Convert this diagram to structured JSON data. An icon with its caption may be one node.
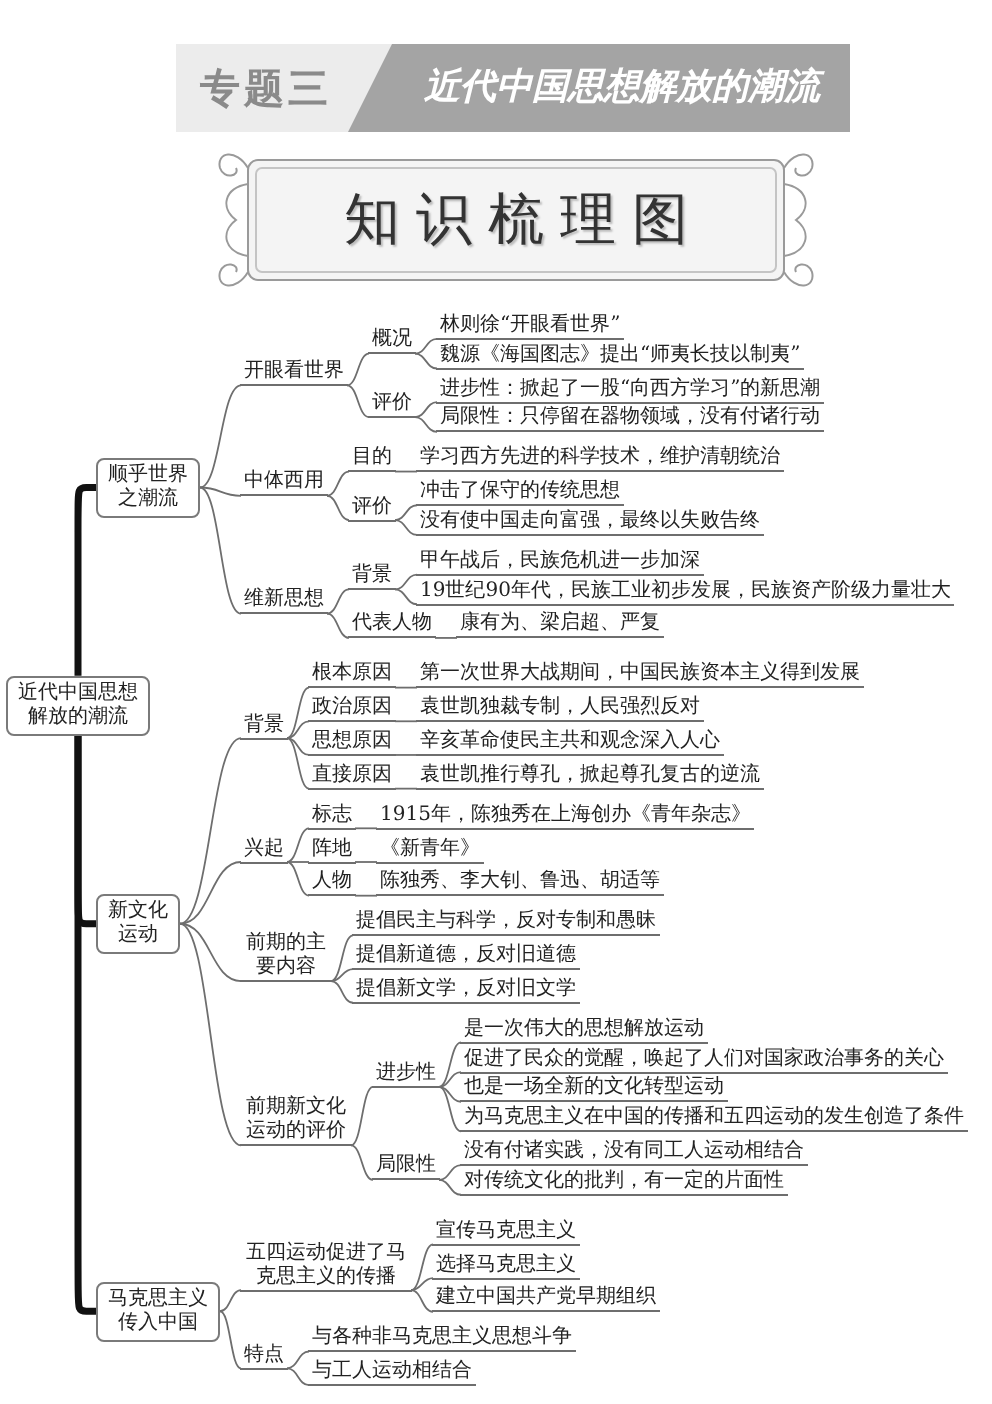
{
  "diagram": {
    "title": "知识梳理图",
    "labels": [
      "专题三",
      "近代中国思想解放的潮流"
    ],
    "nodes": [
      {
        "text": [
          "近代中国思想解放的潮流"
        ]
      },
      {
        "text": [
          "顺乎世界之潮流"
        ]
      },
      {
        "text": [
          "开眼看世界"
        ]
      },
      {
        "text": [
          "概况"
        ]
      },
      {
        "text": [
          "林则徐“开眼看世界”"
        ]
      },
      {
        "text": [
          "魏源《海国图志》提出“师夷长技以制夷”"
        ]
      },
      {
        "text": [
          "评价"
        ]
      },
      {
        "text": [
          "进步性：掀起了一股“向西方学习”的新思潮"
        ]
      },
      {
        "text": [
          "局限性：只停留在器物领域，没有付诸行动"
        ]
      },
      {
        "text": [
          "中体西用"
        ]
      },
      {
        "text": [
          "目的"
        ]
      },
      {
        "text": [
          "学习西方先进的科学技术，维护清朝统治"
        ]
      },
      {
        "text": [
          "评价"
        ]
      },
      {
        "text": [
          "冲击了保守的传统思想"
        ]
      },
      {
        "text": [
          "没有使中国走向富强，最终以失败告终"
        ]
      },
      {
        "text": [
          "维新思想"
        ]
      },
      {
        "text": [
          "背景"
        ]
      },
      {
        "text": [
          "甲午战后，民族危机进一步加深"
        ]
      },
      {
        "text": [
          "19世纪90年代，民族工业初步发展，民族资产阶级力量壮大"
        ]
      },
      {
        "text": [
          "代表人物"
        ]
      },
      {
        "text": [
          "康有为、梁启超、严复"
        ]
      },
      {
        "text": [
          "新文化运动"
        ]
      },
      {
        "text": [
          "背景"
        ]
      },
      {
        "text": [
          "根本原因"
        ]
      },
      {
        "text": [
          "第一次世界大战期间，中国民族资本主义得到发展"
        ]
      },
      {
        "text": [
          "政治原因"
        ]
      },
      {
        "text": [
          "袁世凯独裁专制，人民强烈反对"
        ]
      },
      {
        "text": [
          "思想原因"
        ]
      },
      {
        "text": [
          "辛亥革命使民主共和观念深入人心"
        ]
      },
      {
        "text": [
          "直接原因"
        ]
      },
      {
        "text": [
          "袁世凯推行尊孔，掀起尊孔复古的逆流"
        ]
      },
      {
        "text": [
          "兴起"
        ]
      },
      {
        "text": [
          "标志"
        ]
      },
      {
        "text": [
          "1915年，陈独秀在上海创办《青年杂志》"
        ]
      },
      {
        "text": [
          "阵地"
        ]
      },
      {
        "text": [
          "《新青年》"
        ]
      },
      {
        "text": [
          "人物"
        ]
      },
      {
        "text": [
          "陈独秀、李大钊、鲁迅、胡适等"
        ]
      },
      {
        "text": [
          "前期的主要内容"
        ]
      },
      {
        "text": [
          "提倡民主与科学，反对专制和愚昧"
        ]
      },
      {
        "text": [
          "提倡新道德，反对旧道德"
        ]
      },
      {
        "text": [
          "提倡新文学，反对旧文学"
        ]
      },
      {
        "text": [
          "前期新文化运动的评价"
        ]
      },
      {
        "text": [
          "进步性"
        ]
      },
      {
        "text": [
          "是一次伟大的思想解放运动"
        ]
      },
      {
        "text": [
          "促进了民众的觉醒，唤起了人们对国家政治事务的关心"
        ]
      },
      {
        "text": [
          "也是一场全新的文化转型运动"
        ]
      },
      {
        "text": [
          "为马克思主义在中国的传播和五四运动的发生创造了条件"
        ]
      },
      {
        "text": [
          "局限性"
        ]
      },
      {
        "text": [
          "没有付诸实践，没有同工人运动相结合"
        ]
      },
      {
        "text": [
          "对传统文化的批判，有一定的片面性"
        ]
      },
      {
        "text": [
          "马克思主义传入中国"
        ]
      },
      {
        "text": [
          "五四运动促进了马克思主义的传播"
        ]
      },
      {
        "text": [
          "宣传马克思主义"
        ]
      },
      {
        "text": [
          "选择马克思主义"
        ]
      },
      {
        "text": [
          "建立中国共产党早期组织"
        ]
      },
      {
        "text": [
          "特点"
        ]
      },
      {
        "text": [
          "与各种非马克思主义思想斗争"
        ]
      },
      {
        "text": [
          "与工人运动相结合"
        ]
      }
    ],
    "edges": [
      {
        "from": 0,
        "to": 1,
        "arrow": "none",
        "style": "thick",
        "color": "#111111"
      },
      {
        "from": 1,
        "to": 2,
        "arrow": "none"
      },
      {
        "from": 2,
        "to": 3,
        "arrow": "none"
      },
      {
        "from": 3,
        "to": 4,
        "arrow": "none"
      },
      {
        "from": 3,
        "to": 5,
        "arrow": "none"
      },
      {
        "from": 2,
        "to": 6,
        "arrow": "none"
      },
      {
        "from": 6,
        "to": 7,
        "arrow": "none"
      },
      {
        "from": 6,
        "to": 8,
        "arrow": "none"
      },
      {
        "from": 1,
        "to": 9,
        "arrow": "none"
      },
      {
        "from": 9,
        "to": 10,
        "arrow": "none"
      },
      {
        "from": 10,
        "to": 11,
        "arrow": "none"
      },
      {
        "from": 9,
        "to": 12,
        "arrow": "none"
      },
      {
        "from": 12,
        "to": 13,
        "arrow": "none"
      },
      {
        "from": 12,
        "to": 14,
        "arrow": "none"
      },
      {
        "from": 1,
        "to": 15,
        "arrow": "none"
      },
      {
        "from": 15,
        "to": 16,
        "arrow": "none"
      },
      {
        "from": 16,
        "to": 17,
        "arrow": "none"
      },
      {
        "from": 16,
        "to": 18,
        "arrow": "none"
      },
      {
        "from": 15,
        "to": 19,
        "arrow": "none"
      },
      {
        "from": 19,
        "to": 20,
        "arrow": "none"
      },
      {
        "from": 0,
        "to": 21,
        "arrow": "none",
        "style": "thick",
        "color": "#111111"
      },
      {
        "from": 21,
        "to": 22,
        "arrow": "none"
      },
      {
        "from": 22,
        "to": 23,
        "arrow": "none"
      },
      {
        "from": 23,
        "to": 24,
        "arrow": "none"
      },
      {
        "from": 22,
        "to": 25,
        "arrow": "none"
      },
      {
        "from": 25,
        "to": 26,
        "arrow": "none"
      },
      {
        "from": 22,
        "to": 27,
        "arrow": "none"
      },
      {
        "from": 27,
        "to": 28,
        "arrow": "none"
      },
      {
        "from": 22,
        "to": 29,
        "arrow": "none"
      },
      {
        "from": 29,
        "to": 30,
        "arrow": "none"
      },
      {
        "from": 21,
        "to": 31,
        "arrow": "none"
      },
      {
        "from": 31,
        "to": 32,
        "arrow": "none"
      },
      {
        "from": 32,
        "to": 33,
        "arrow": "none"
      },
      {
        "from": 31,
        "to": 34,
        "arrow": "none"
      },
      {
        "from": 34,
        "to": 35,
        "arrow": "none"
      },
      {
        "from": 31,
        "to": 36,
        "arrow": "none"
      },
      {
        "from": 36,
        "to": 37,
        "arrow": "none"
      },
      {
        "from": 21,
        "to": 38,
        "arrow": "none"
      },
      {
        "from": 38,
        "to": 39,
        "arrow": "none"
      },
      {
        "from": 38,
        "to": 40,
        "arrow": "none"
      },
      {
        "from": 38,
        "to": 41,
        "arrow": "none"
      },
      {
        "from": 21,
        "to": 42,
        "arrow": "none"
      },
      {
        "from": 42,
        "to": 43,
        "arrow": "none"
      },
      {
        "from": 43,
        "to": 44,
        "arrow": "none"
      },
      {
        "from": 43,
        "to": 45,
        "arrow": "none"
      },
      {
        "from": 43,
        "to": 46,
        "arrow": "none"
      },
      {
        "from": 43,
        "to": 47,
        "arrow": "none"
      },
      {
        "from": 42,
        "to": 48,
        "arrow": "none"
      },
      {
        "from": 48,
        "to": 49,
        "arrow": "none"
      },
      {
        "from": 48,
        "to": 50,
        "arrow": "none"
      },
      {
        "from": 0,
        "to": 51,
        "arrow": "none",
        "style": "thick",
        "color": "#111111"
      },
      {
        "from": 51,
        "to": 52,
        "arrow": "none"
      },
      {
        "from": 52,
        "to": 53,
        "arrow": "none"
      },
      {
        "from": 52,
        "to": 54,
        "arrow": "none"
      },
      {
        "from": 52,
        "to": 55,
        "arrow": "none"
      },
      {
        "from": 51,
        "to": 56,
        "arrow": "none"
      },
      {
        "from": 56,
        "to": 57,
        "arrow": "none"
      },
      {
        "from": 56,
        "to": 58,
        "arrow": "none"
      }
    ]
  }
}
